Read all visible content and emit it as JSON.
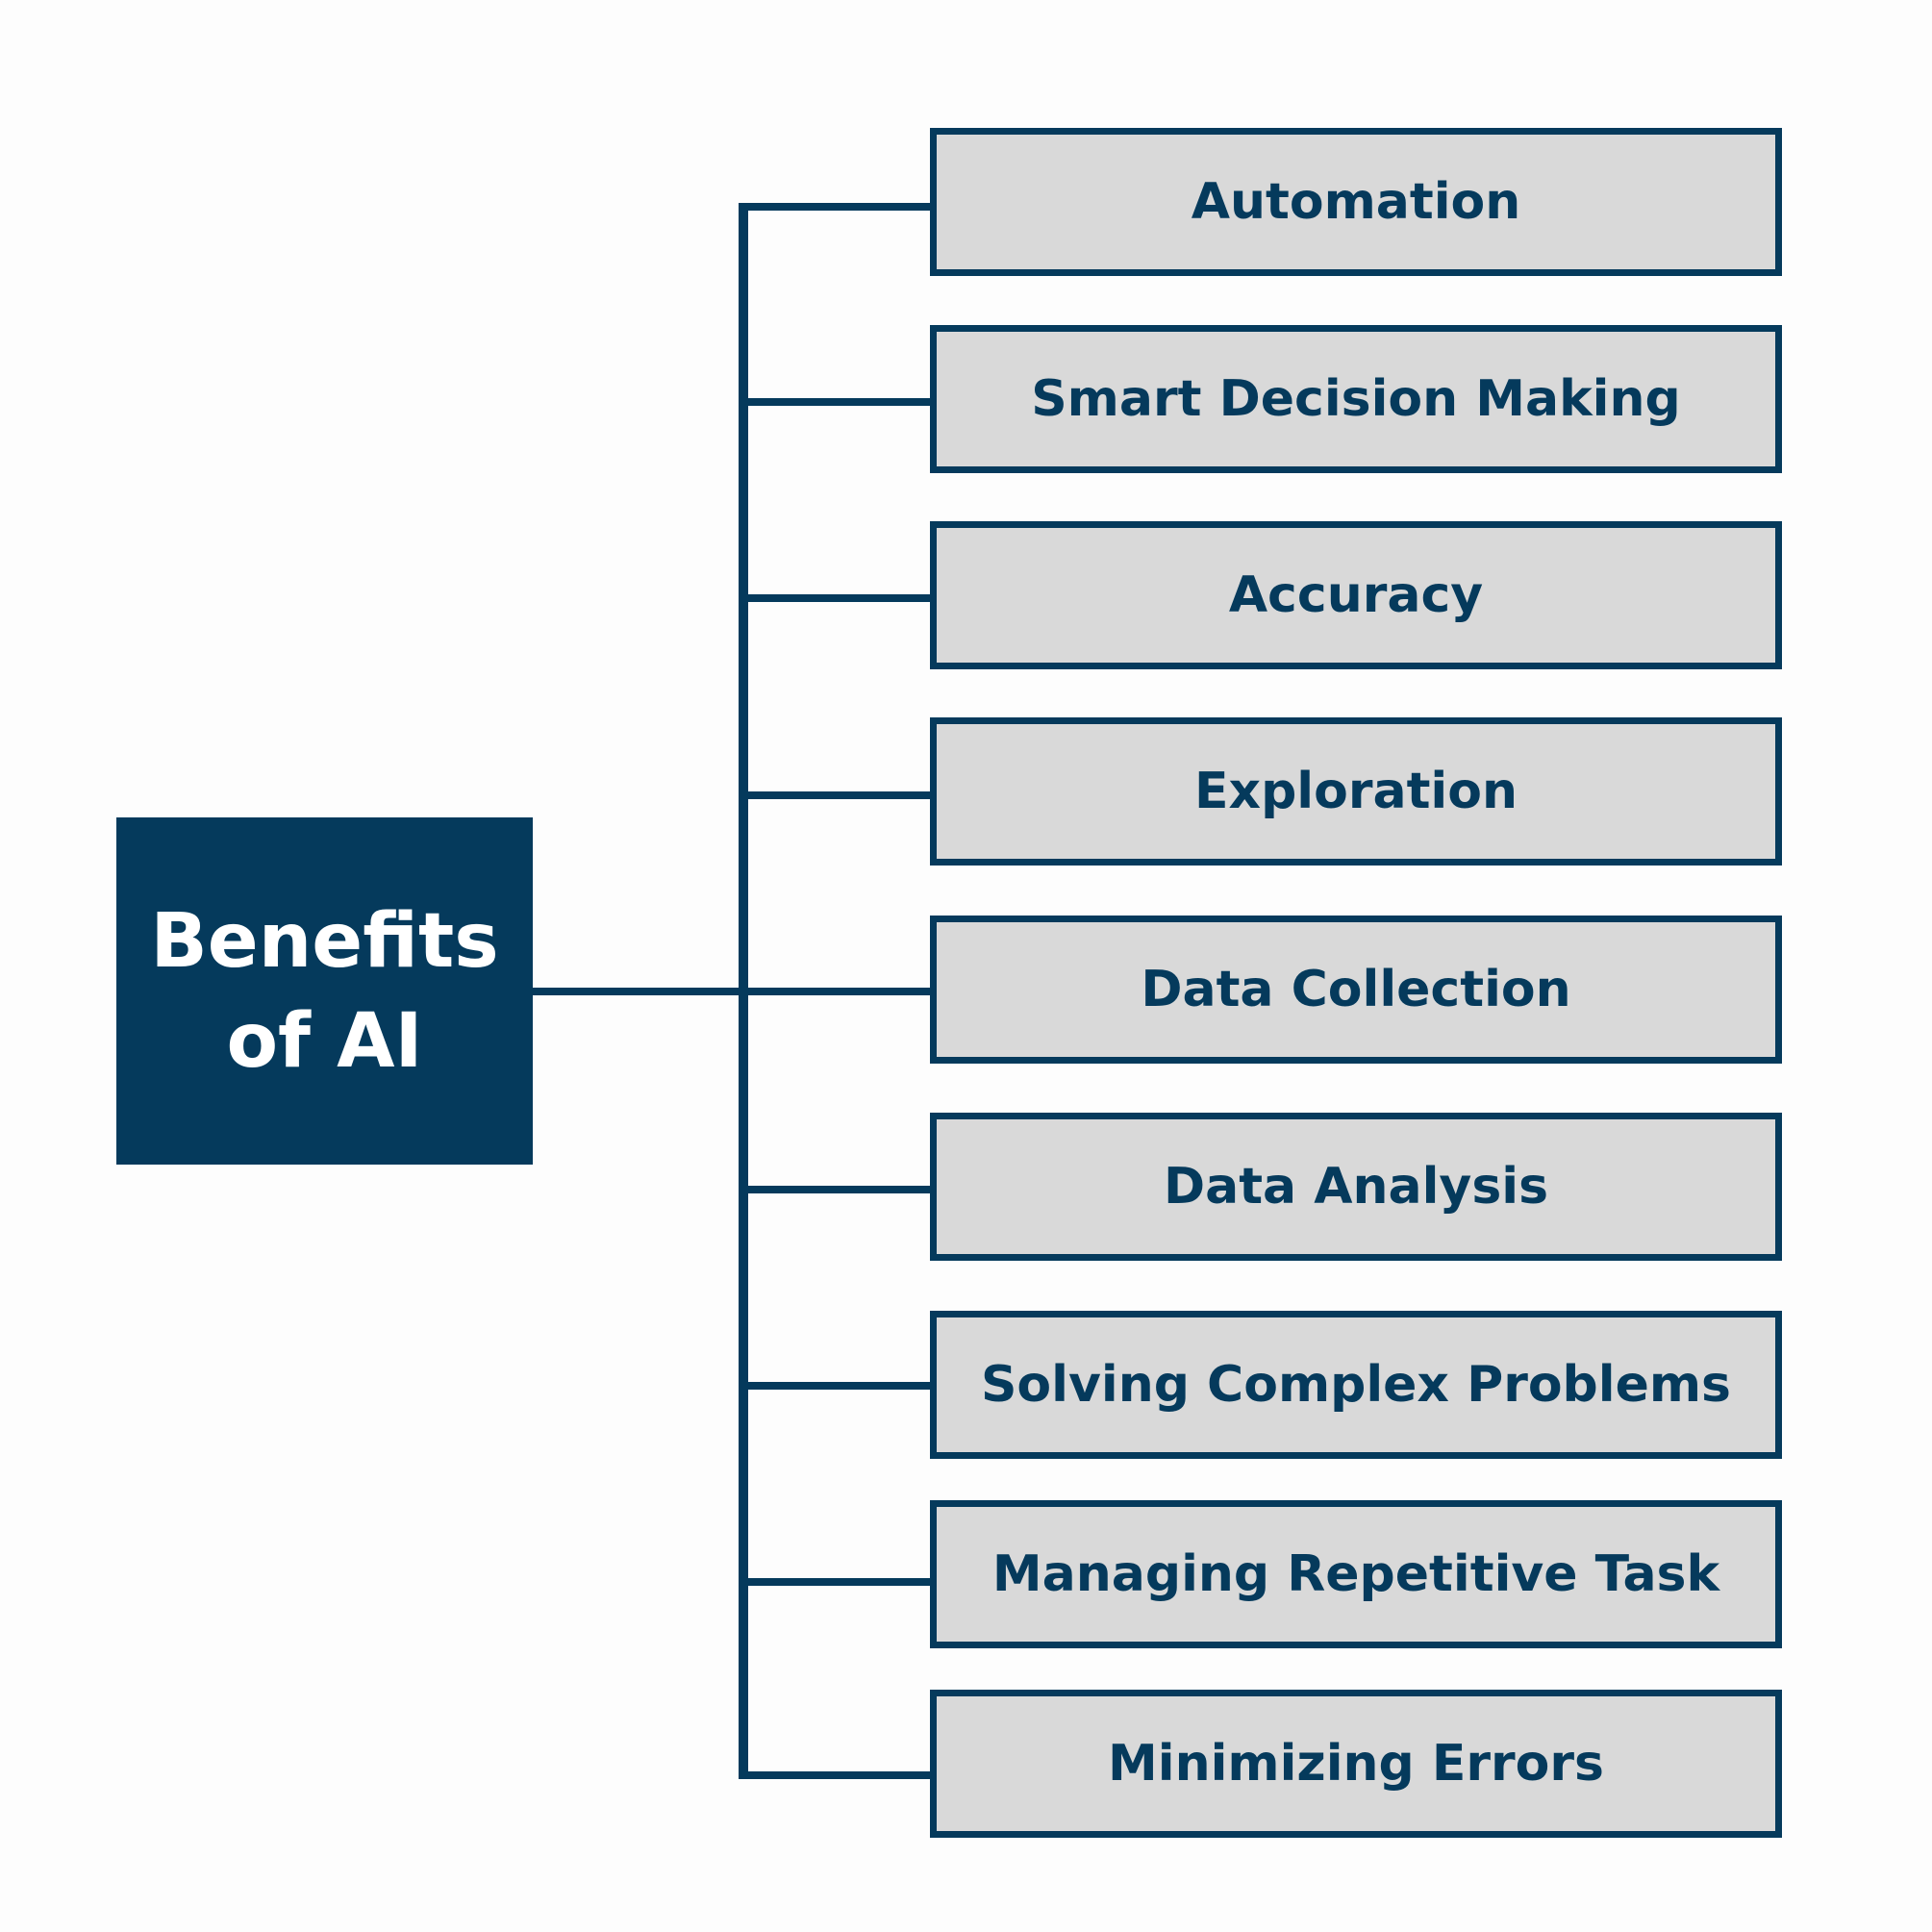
{
  "diagram": {
    "root": {
      "line1": "Benefits",
      "line2": "of AI"
    },
    "items": [
      {
        "label": "Automation"
      },
      {
        "label": "Smart Decision Making"
      },
      {
        "label": "Accuracy"
      },
      {
        "label": "Exploration"
      },
      {
        "label": "Data Collection"
      },
      {
        "label": "Data Analysis"
      },
      {
        "label": "Solving Complex Problems"
      },
      {
        "label": "Managing Repetitive Task"
      },
      {
        "label": "Minimizing Errors"
      }
    ]
  },
  "colors": {
    "primary": "#053a5c",
    "box_fill": "#d9d9d9",
    "background": "#fdfdfd",
    "root_text": "#ffffff"
  }
}
